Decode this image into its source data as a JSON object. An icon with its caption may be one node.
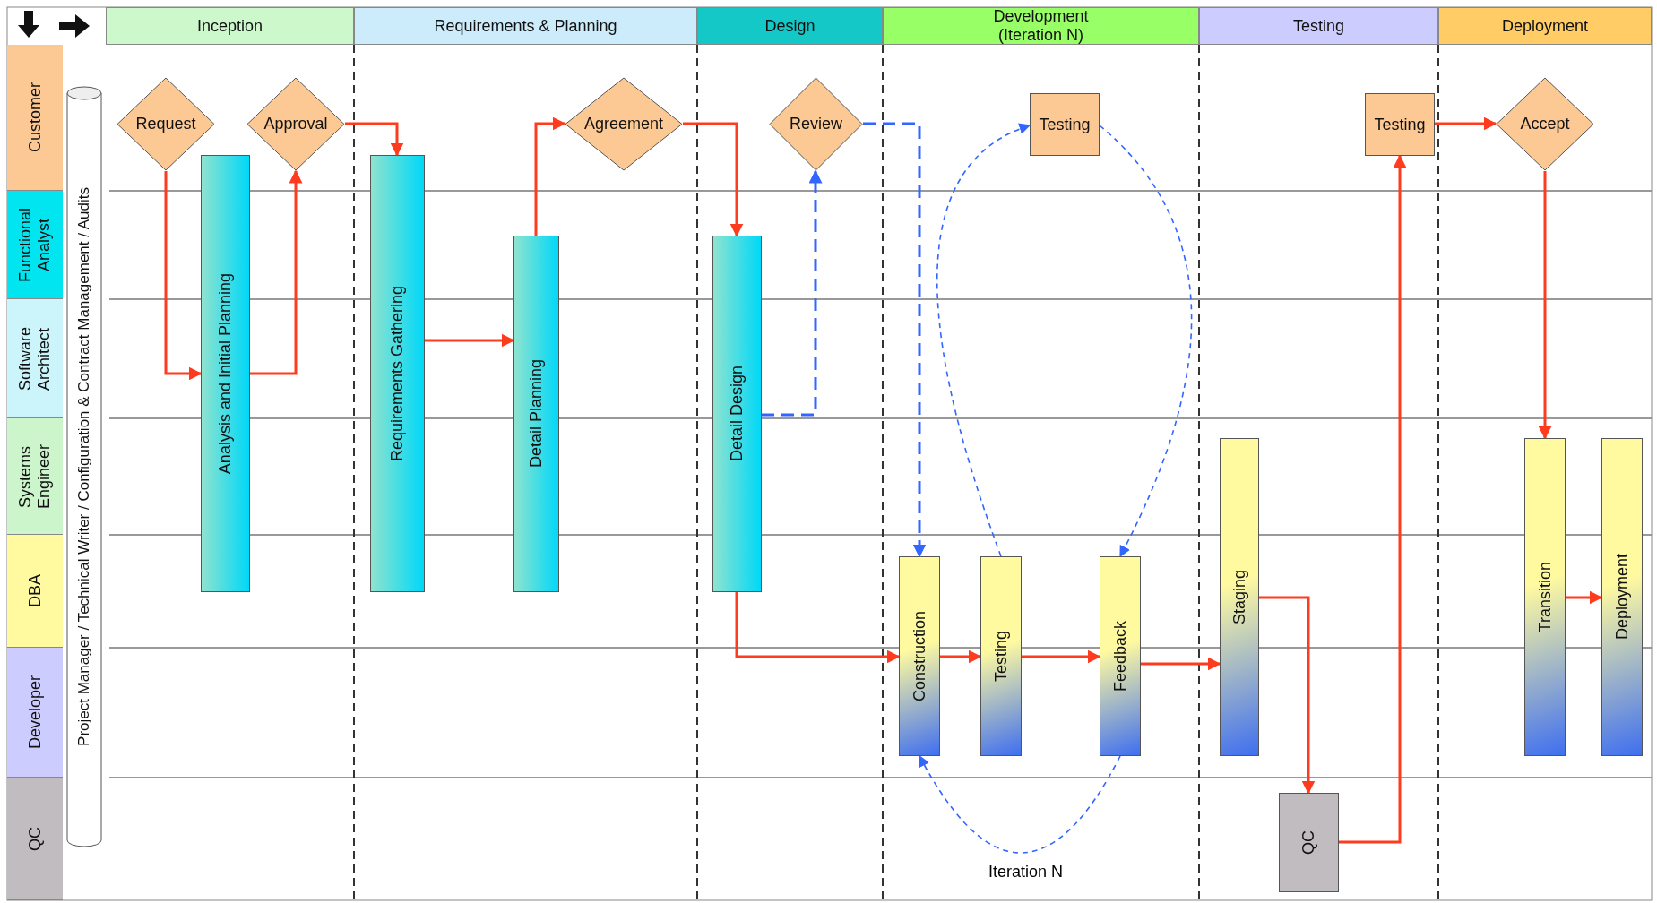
{
  "diagram": {
    "nodes": [
      {
        "text": [
          "Inception"
        ]
      },
      {
        "text": [
          "Requirements & Planning"
        ]
      },
      {
        "text": [
          "Design"
        ]
      },
      {
        "text": [
          "Development (Iteration N)"
        ]
      },
      {
        "text": [
          "Testing"
        ]
      },
      {
        "text": [
          "Deployment"
        ]
      },
      {
        "text": [
          "Customer"
        ]
      },
      {
        "text": [
          "Functional Analyst"
        ]
      },
      {
        "text": [
          "Software Architect"
        ]
      },
      {
        "text": [
          "Systems Engineer"
        ]
      },
      {
        "text": [
          "DBA"
        ]
      },
      {
        "text": [
          "Developer"
        ]
      },
      {
        "text": [
          "QC"
        ]
      },
      {
        "text": [
          "Project Manager / Technical Writer / Configuration & Contract Management / Audits"
        ]
      },
      {
        "text": [
          "Request"
        ]
      },
      {
        "text": [
          "Approval"
        ]
      },
      {
        "text": [
          "Agreement"
        ]
      },
      {
        "text": [
          "Review"
        ]
      },
      {
        "text": [
          "Testing"
        ]
      },
      {
        "text": [
          "Testing"
        ]
      },
      {
        "text": [
          "Accept"
        ]
      },
      {
        "text": [
          "Analysis and Initial Planning"
        ]
      },
      {
        "text": [
          "Requirements Gathering"
        ]
      },
      {
        "text": [
          "Detail Planning"
        ]
      },
      {
        "text": [
          "Detail Design"
        ]
      },
      {
        "text": [
          "Construction"
        ]
      },
      {
        "text": [
          "Testing"
        ]
      },
      {
        "text": [
          "Feedback"
        ]
      },
      {
        "text": [
          "Staging"
        ]
      },
      {
        "text": [
          "QC"
        ]
      },
      {
        "text": [
          "Transition"
        ]
      },
      {
        "text": [
          "Deployment"
        ]
      }
    ],
    "edges": [
      {
        "from": 14,
        "to": 21,
        "arrow": "to"
      },
      {
        "from": 21,
        "to": 15,
        "arrow": "to"
      },
      {
        "from": 15,
        "to": 22,
        "arrow": "to"
      },
      {
        "from": 22,
        "to": 23,
        "arrow": "to"
      },
      {
        "from": 23,
        "to": 16,
        "arrow": "to"
      },
      {
        "from": 16,
        "to": 24,
        "arrow": "to"
      },
      {
        "from": 24,
        "to": 17,
        "arrow": "to",
        "style": "dashed",
        "color": "#3366ff"
      },
      {
        "from": 17,
        "to": 25,
        "arrow": "to",
        "style": "dashed",
        "color": "#3366ff"
      },
      {
        "from": 24,
        "to": 25,
        "arrow": "to"
      },
      {
        "from": 25,
        "to": 26,
        "arrow": "to"
      },
      {
        "from": 26,
        "to": 18,
        "arrow": "to",
        "style": "dashed",
        "color": "#3366ff"
      },
      {
        "from": 18,
        "to": 27,
        "arrow": "to",
        "style": "dashed",
        "color": "#3366ff"
      },
      {
        "from": 27,
        "to": 25,
        "arrow": "to",
        "label": "Iteration N",
        "style": "dashed",
        "color": "#3366ff"
      },
      {
        "from": 26,
        "to": 27,
        "arrow": "to"
      },
      {
        "from": 27,
        "to": 28,
        "arrow": "to"
      },
      {
        "from": 28,
        "to": 29,
        "arrow": "to"
      },
      {
        "from": 29,
        "to": 19,
        "arrow": "to"
      },
      {
        "from": 19,
        "to": 20,
        "arrow": "to"
      },
      {
        "from": 20,
        "to": 30,
        "arrow": "to"
      },
      {
        "from": 30,
        "to": 31,
        "arrow": "to"
      }
    ]
  }
}
